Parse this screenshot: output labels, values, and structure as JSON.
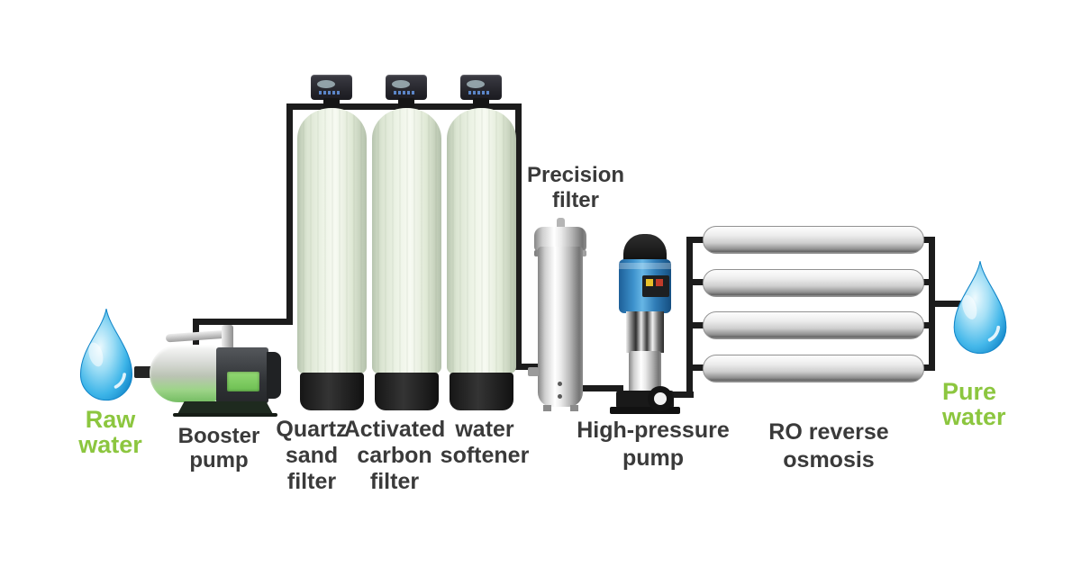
{
  "diagram": {
    "type": "process-flow",
    "subject": "Reverse osmosis water treatment system",
    "flow_path": [
      "Raw water",
      "Booster pump",
      "Quartz sand filter",
      "Activated carbon filter",
      "water softener",
      "Precision filter",
      "High-pressure pump",
      "RO reverse osmosis",
      "Pure water"
    ],
    "ro_membrane_count": 4,
    "filter_tank_count": 3,
    "colors": {
      "background": "#ffffff",
      "pipe": "#1c1c1c",
      "label_dark": "#3a3a3a",
      "label_green": "#8cc63f",
      "drop_blue": "#29abe2",
      "tank_body": "#eef4e7",
      "membrane_gray": "#d9d9d9",
      "pump_blue": "#3e92cc",
      "steel": "#d3d3d3"
    }
  },
  "labels": {
    "raw_water": {
      "l1": "Raw",
      "l2": "water"
    },
    "booster_pump": {
      "l1": "Booster",
      "l2": "pump"
    },
    "quartz_sand_filter": {
      "l1": "Quartz",
      "l2": "sand",
      "l3": "filter"
    },
    "activated_carbon_filter": {
      "l1": "Activated",
      "l2": "carbon",
      "l3": "filter"
    },
    "water_softener": {
      "l1": "water",
      "l2": "softener"
    },
    "precision_filter": {
      "l1": "Precision",
      "l2": "filter"
    },
    "high_pressure_pump": {
      "l1": "High-pressure",
      "l2": "pump"
    },
    "ro_reverse_osmosis": {
      "l1": "RO reverse",
      "l2": "osmosis"
    },
    "pure_water": {
      "l1": "Pure",
      "l2": "water"
    }
  }
}
